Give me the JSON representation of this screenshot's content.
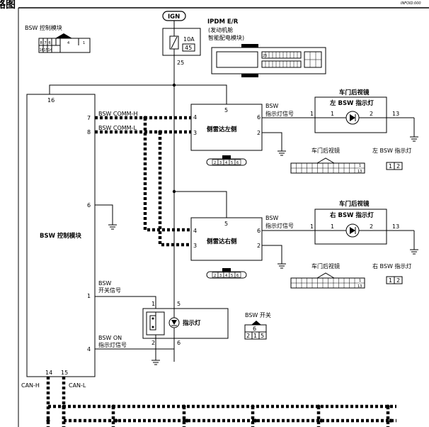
{
  "header": {
    "title_fragment": "路图",
    "info_id": "INFOID:000"
  },
  "ign": {
    "label": "IGN"
  },
  "fuse": {
    "rating": "10A",
    "number": "45",
    "pin_out": "25"
  },
  "ipdm": {
    "line1": "IPDM E/R",
    "line2": "(发动机舱",
    "line3": "智能配电模块)",
    "pin": "25"
  },
  "bsw_module": {
    "title": "BSW 控制模块",
    "connector_label": "BSW 控制模块",
    "conn_row1": [
      "8",
      "7",
      "6",
      "4",
      "1"
    ],
    "conn_row2": [
      "16",
      "15",
      "14"
    ],
    "pin_16": "16",
    "pin_7": "7",
    "pin_8": "8",
    "pin_6": "6",
    "pin_1": "1",
    "pin_4": "4",
    "pin_14": "14",
    "pin_15": "15"
  },
  "signals": {
    "comm_h": "BSW COMM-H",
    "comm_l": "BSW COMM-L",
    "switch_sig_1": "BSW",
    "switch_sig_2": "开关信号",
    "on_sig_1": "BSW ON",
    "on_sig_2": "指示灯信号",
    "can_h": "CAN-H",
    "can_l": "CAN-L"
  },
  "radar_left": {
    "label": "侧雷达左侧",
    "pin_5": "5",
    "pin_4": "4",
    "pin_3": "3",
    "pin_6": "6",
    "pin_2": "2",
    "out_1": "BSW",
    "out_2": "指示灯信号",
    "conn_pins": [
      "2",
      "3",
      "4",
      "5",
      "6"
    ]
  },
  "radar_right": {
    "label": "侧雷达右侧",
    "pin_5": "5",
    "pin_4": "4",
    "pin_3": "3",
    "pin_6": "6",
    "pin_2": "2",
    "out_1": "BSW",
    "out_2": "指示灯信号",
    "conn_pins": [
      "2",
      "3",
      "4",
      "5",
      "6"
    ]
  },
  "mirror_left": {
    "title": "车门后视镜",
    "indicator": "左 BSW 指示灯",
    "pin_1": "1",
    "pin_1b": "1",
    "pin_2": "2",
    "pin_13": "13",
    "conn_title": "车门后视镜",
    "conn_pin_1": "1",
    "conn_pin_13": "13",
    "ind_conn_title": "左 BSW 指示灯",
    "ind_pins": [
      "1",
      "2"
    ]
  },
  "mirror_right": {
    "title": "车门后视镜",
    "indicator": "右 BSW 指示灯",
    "pin_1": "1",
    "pin_1b": "1",
    "pin_2": "2",
    "pin_13": "13",
    "conn_title": "车门后视镜",
    "conn_pin_1": "1",
    "conn_pin_13": "13",
    "ind_conn_title": "右 BSW 指示灯",
    "ind_pins": [
      "1",
      "2"
    ]
  },
  "bsw_switch": {
    "label": "指示灯",
    "pin_1": "1",
    "pin_5": "5",
    "pin_2": "2",
    "pin_6": "6",
    "conn_title": "BSW 开关",
    "conn_row1": [
      "6"
    ],
    "conn_row2": [
      "2",
      "1",
      "5"
    ]
  }
}
